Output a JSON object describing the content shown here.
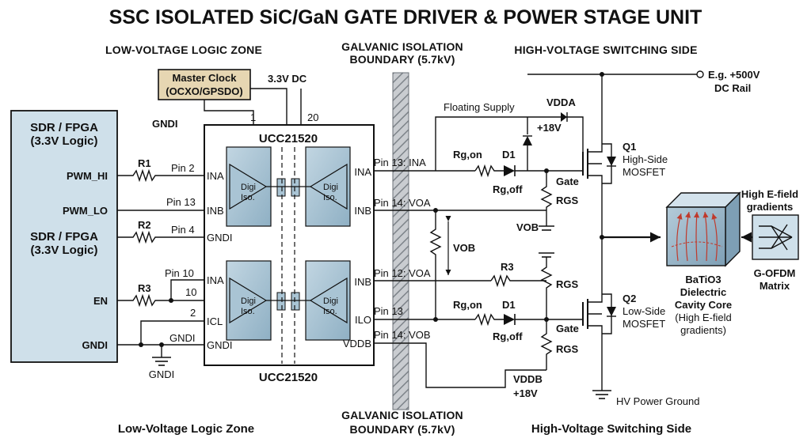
{
  "title": "SSC ISOLATED SiC/GaN GATE DRIVER & POWER STAGE UNIT",
  "zones": {
    "low_top": "LOW-VOLTAGE LOGIC ZONE",
    "iso_top_1": "GALVANIC ISOLATION",
    "iso_top_2": "BOUNDARY (5.7kV)",
    "high_top": "HIGH-VOLTAGE SWITCHING SIDE",
    "low_bottom": "Low-Voltage Logic Zone",
    "iso_bottom_1": "GALVANIC ISOLATION",
    "iso_bottom_2": "BOUNDARY (5.7kV)",
    "high_bottom": "High-Voltage Switching Side"
  },
  "clock": {
    "line1": "Master Clock",
    "line2": "(OCXO/GPSDO)",
    "supply": "3.3V DC",
    "gnd": "GNDI"
  },
  "fpga": {
    "top1": "SDR / FPGA",
    "top2": "(3.3V Logic)",
    "mid1": "SDR / FPGA",
    "mid2": "(3.3V Logic)"
  },
  "signals": {
    "pwm_hi": "PWM_HI",
    "pwm_lo": "PWM_LO",
    "en": "EN",
    "gndi": "GNDI",
    "gndi_sym": "GNDI",
    "gndi_wire": "GNDI"
  },
  "resistors": {
    "r1": "R1",
    "r2": "R2",
    "r3": "R3"
  },
  "left_pins": {
    "p2": "Pin 2",
    "p13": "Pin 13",
    "p4": "Pin 4",
    "p10": "Pin 10",
    "n10": "10",
    "n2": "2"
  },
  "chip": {
    "name": "UCC21520",
    "pin1": "1",
    "pin20": "20",
    "iso_label_1": "Digi",
    "iso_label_2": "Iso.",
    "in_ina": "INA",
    "in_inb": "INB",
    "in_gndi": "GNDI",
    "in_ina2": "INA",
    "in_icl": "ICL",
    "in_gndi2": "GNDI",
    "out_ina": "INA",
    "out_inb": "INB",
    "out_inb2": "INB",
    "out_ilo": "ILO",
    "out_vddb": "VDDB"
  },
  "right_pins": {
    "p13_ina": "Pin 13: INA",
    "p14_voa": "Pin 14: VOA",
    "p12_voa": "Pin 12: VOA",
    "p13": "Pin 13",
    "p14_vob": "Pin 14: VOB"
  },
  "high_side": {
    "floating": "Floating Supply",
    "vdda": "VDDA",
    "plus18": "+18V",
    "rgon": "Rg,on",
    "d1": "D1",
    "rgoff": "Rg,off",
    "gate": "Gate",
    "rgs": "RGS",
    "vob": "VOB",
    "vob_mid": "VOB",
    "q1": "Q1",
    "q1_desc1": "High-Side",
    "q1_desc2": "MOSFET",
    "rail1": "E.g. +500V",
    "rail2": "DC Rail"
  },
  "low_side": {
    "r3": "R3",
    "rgs_top": "RGS",
    "rgon": "Rg,on",
    "d1": "D1",
    "rgoff": "Rg,off",
    "gate": "Gate",
    "rgs": "RGS",
    "q2": "Q2",
    "q2_desc1": "Low-Side",
    "q2_desc2": "MOSFET",
    "vddb": "VDDB",
    "plus18": "+18V",
    "hv_gnd": "HV Power Ground"
  },
  "cavity": {
    "line1": "BaTiO3",
    "line2": "Dielectric",
    "line3": "Cavity Core",
    "line4": "(High E-field",
    "line5": "gradients)"
  },
  "gofdm": {
    "top1": "High E-field",
    "top2": "gradients",
    "bot1": "G-OFDM",
    "bot2": "Matrix"
  },
  "colors": {
    "chip_fill": "#ffffff",
    "iso_block": "#a9c4d4",
    "fpga_fill": "#cfe0ea",
    "clock_fill": "#e6d6b2",
    "cavity": "#9db9cc",
    "field_lines": "#c0392b",
    "hatch": "#9aa0a6"
  }
}
